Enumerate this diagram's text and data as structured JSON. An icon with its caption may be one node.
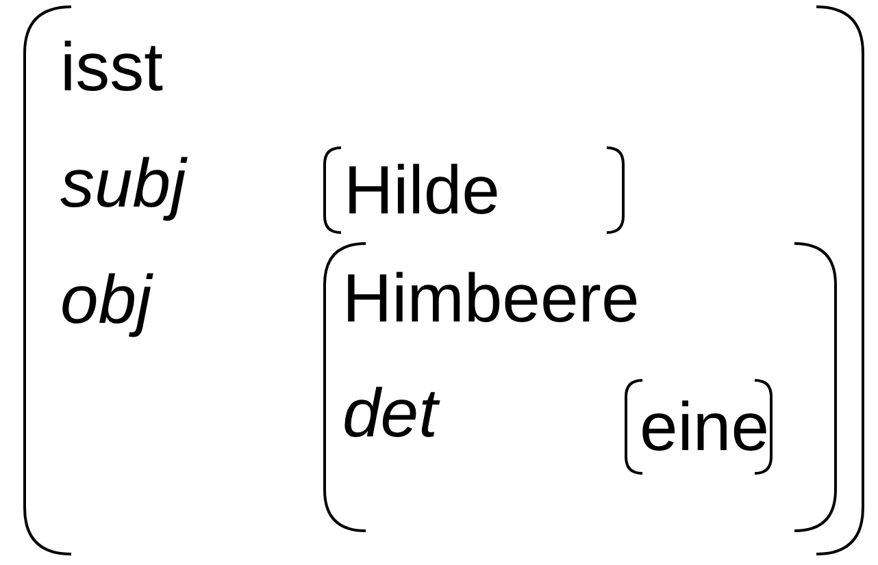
{
  "diagram": {
    "nodes": [
      {
        "text": [
          "isst",
          "subj",
          "obj"
        ]
      },
      {
        "text": [
          "Hilde"
        ],
        "in": 0
      },
      {
        "text": [
          "Himbeere",
          "det"
        ],
        "in": 0
      },
      {
        "text": [
          "eine"
        ],
        "in": 2
      }
    ]
  }
}
